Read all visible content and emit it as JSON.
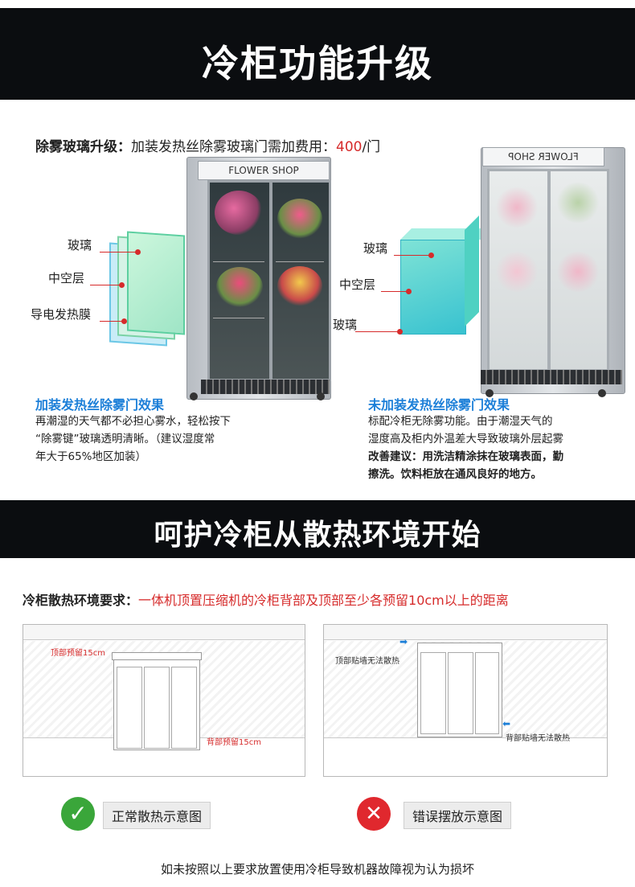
{
  "header1": {
    "title": "冷柜功能升级"
  },
  "defog": {
    "heading_label": "除雾玻璃升级：",
    "heading_text": "加装发热丝除雾玻璃门需加费用：",
    "heading_price": "400",
    "heading_unit": "/门"
  },
  "fridge_left": {
    "brand": "FLOWER SHOP"
  },
  "fridge_right": {
    "brand": "FLOWER SHOP"
  },
  "left_layers": {
    "glass": "玻璃",
    "hollow": "中空层",
    "film": "导电发热膜"
  },
  "right_layers": {
    "glass_top": "玻璃",
    "hollow": "中空层",
    "glass_bottom": "玻璃"
  },
  "left_effect": {
    "title": "加装发热丝除雾门效果",
    "line1": "再潮湿的天气都不必担心雾水，轻松按下",
    "line2": "“除雾键”玻璃透明清晰。（建议湿度常",
    "line3": "年大于65%地区加装）"
  },
  "right_effect": {
    "title": "未加装发热丝除雾门效果",
    "line1": "标配冷柜无除雾功能。由于潮湿天气的",
    "line2": "湿度高及柜内外温差大导致玻璃外层起雾",
    "line3": "改善建议：用洗洁精涂抹在玻璃表面，勤",
    "line4": "擦洗。饮料柜放在通风良好的地方。"
  },
  "header2": {
    "title": "呵护冷柜从散热环境开始"
  },
  "heat": {
    "label": "冷柜散热环境要求：",
    "text": "一体机顶置压缩机的冷柜背部及顶部至少各预留10cm以上的距离"
  },
  "diagram_left": {
    "top_gap": "顶部预留15cm",
    "back_gap": "背部预留15cm"
  },
  "diagram_right": {
    "top_wall": "顶部贴墙无法散热",
    "back_wall": "背部贴墙无法散热"
  },
  "legend": {
    "correct": "正常散热示意图",
    "wrong": "错误摆放示意图"
  },
  "footer": {
    "note": "如未按照以上要求放置使用冷柜导致机器故障视为认为损坏"
  },
  "colors": {
    "band": "#0b0d10",
    "accent_red": "#d62b2b",
    "accent_blue": "#1c7fd8",
    "ok_green": "#3aa63a",
    "error_red": "#e0282e"
  }
}
